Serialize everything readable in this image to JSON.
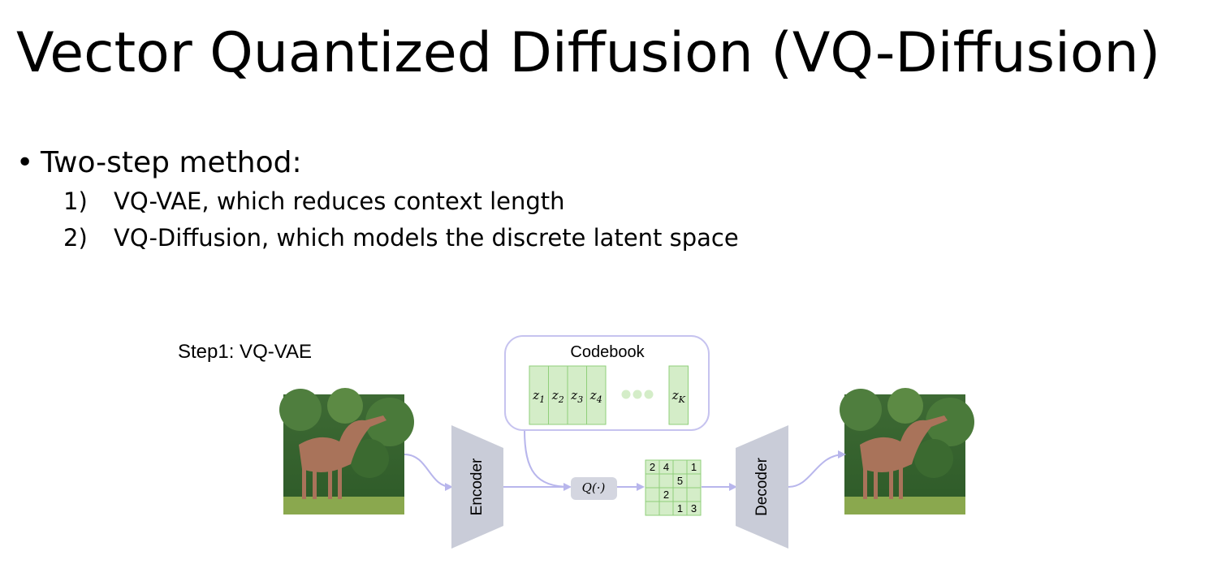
{
  "slide": {
    "title": "Vector Quantized Diffusion (VQ-Diffusion)",
    "bullet": {
      "marker": "•",
      "text": "Two-step method:"
    },
    "steps": [
      {
        "number": "1)",
        "text": "VQ-VAE, which reduces context length"
      },
      {
        "number": "2)",
        "text": "VQ-Diffusion, which models the discrete latent space"
      }
    ]
  },
  "diagram": {
    "step_label": "Step1: VQ-VAE",
    "codebook": {
      "label": "Codebook",
      "entries": [
        "z1",
        "z2",
        "z3",
        "z4"
      ],
      "last_entry": "zK",
      "ellipsis_dots": 3
    },
    "encoder_label": "Encoder",
    "decoder_label": "Decoder",
    "quantizer_label": "Q(·)",
    "token_grid": [
      [
        "2",
        "4",
        "",
        "1"
      ],
      [
        "",
        "",
        "5",
        ""
      ],
      [
        "",
        "2",
        "",
        ""
      ],
      [
        "",
        "",
        "1",
        "3"
      ]
    ],
    "colors": {
      "codebook_fill": "#d4edc8",
      "codebook_stroke": "#8fcf7a",
      "box_stroke": "#c6c3ef",
      "trapezoid": "#c9ccd8",
      "arrow": "#b8b6ec",
      "quantizer_box": "#d4d6e0"
    }
  }
}
